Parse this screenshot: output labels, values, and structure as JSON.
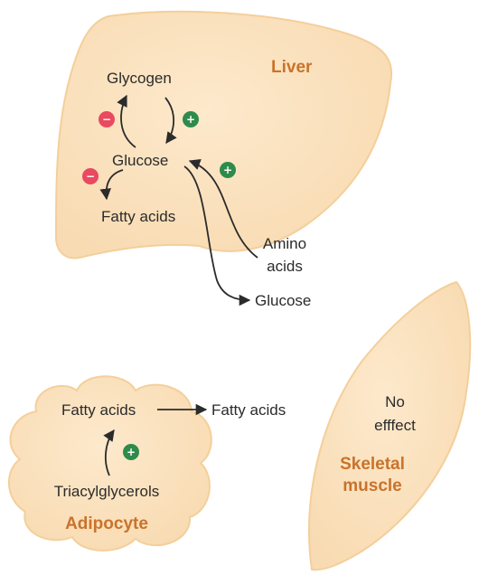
{
  "liver": {
    "title": "Liver",
    "glycogen": "Glycogen",
    "glucose": "Glucose",
    "fatty_acids": "Fatty acids"
  },
  "external": {
    "amino_acids_line1": "Amino",
    "amino_acids_line2": "acids",
    "glucose_out": "Glucose",
    "fatty_acids_out": "Fatty acids"
  },
  "adipocyte": {
    "title": "Adipocyte",
    "fatty_acids": "Fatty acids",
    "triacylglycerols": "Triacylglycerols"
  },
  "skeletal_muscle": {
    "title_line1": "Skeletal",
    "title_line2": "muscle",
    "effect_line1": "No",
    "effect_line2": "efffect"
  },
  "signs": {
    "plus": "+",
    "minus": "−"
  },
  "colors": {
    "organ_fill": "#fbe3c1",
    "organ_stroke": "#f4cf9b",
    "title_color": "#c9732b",
    "plus_color": "#2e8b4a",
    "minus_color": "#e84a5f"
  }
}
